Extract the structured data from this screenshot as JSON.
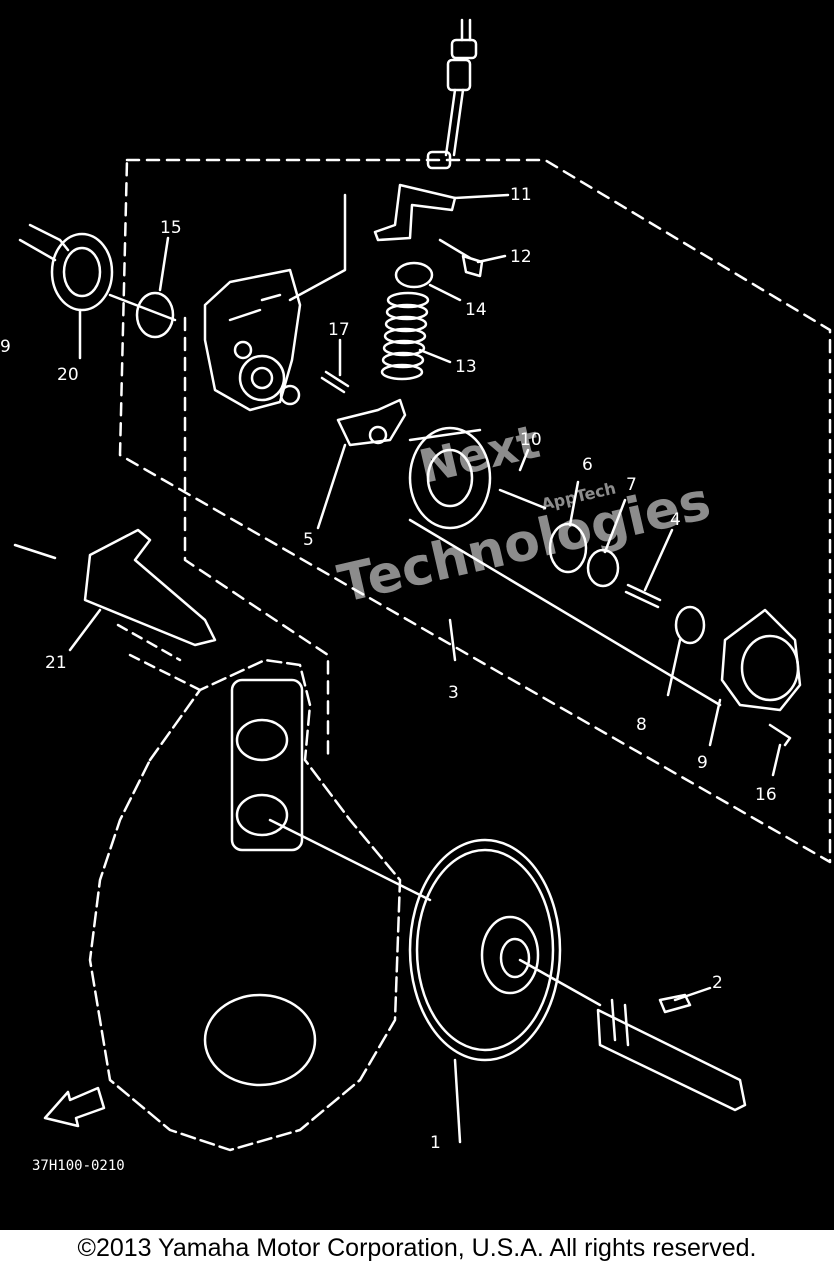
{
  "diagram": {
    "colors": {
      "background": "#000000",
      "lines": "#ffffff",
      "footer_text": "#000000"
    },
    "callouts": [
      "1",
      "2",
      "3",
      "4",
      "5",
      "6",
      "7",
      "8",
      "9",
      "10",
      "11",
      "12",
      "13",
      "14",
      "15",
      "16",
      "17",
      "20",
      "21"
    ],
    "edge_label": "9",
    "drawing_code": "37H100-0210",
    "fwd_label": "FWD",
    "watermark": {
      "line1": "Next",
      "line2": "Technologies",
      "small": "AppTech"
    }
  },
  "footer": {
    "copyright": "©2013 Yamaha Motor Corporation, U.S.A. All rights reserved."
  }
}
